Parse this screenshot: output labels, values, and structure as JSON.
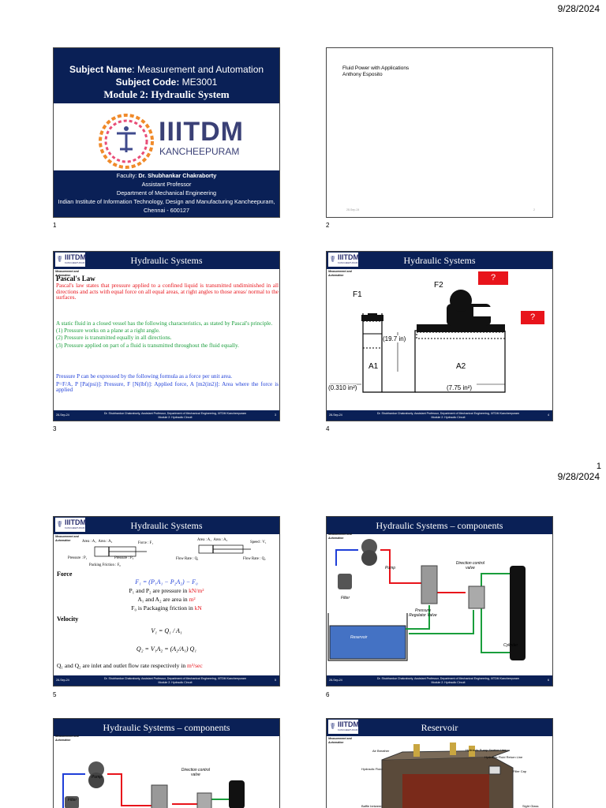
{
  "header": {
    "date_top": "9/28/2024",
    "page_number": "1",
    "date_mid": "9/28/2024"
  },
  "slide_numbers": [
    "1",
    "2",
    "3",
    "4",
    "5",
    "6"
  ],
  "common": {
    "logo_text": "IIITDM",
    "logo_sub": "KANCHEEPURAM",
    "tagline_1": "Measurement and",
    "tagline_2": "Automation",
    "footer_date": "28-Sep-24",
    "footer_credit": "Dr. Shubhankar Chakraborty, Assistant Professor, Department of Mechanical Engineering, IIITDM Kancheepuram",
    "footer_module": "Module 2: Hydraulic Circuit"
  },
  "slide1": {
    "subject_label": "Subject Name",
    "subject_value": ": Measurement and Automation",
    "code_label": "Subject Code:",
    "code_value": " ME3001",
    "module": "Module 2: Hydraulic System",
    "logo_big": "IIITDM",
    "logo_big_sub": "KANCHEEPURAM",
    "faculty_label": "Faculty: ",
    "faculty_name": "Dr. Shubhankar Chakraborty",
    "line2": "Assistant Professor",
    "line3": "Department of Mechanical Engineering",
    "line4": "Indian Institute of Information Technology, Design and Manufacturing Kancheepuram,",
    "line5": "Chennai - 600127"
  },
  "slide2": {
    "line1": "Fluid Power with Applications",
    "line2": "Anthony Esposito",
    "foot_date": "28-Sep-24",
    "foot_num": "2"
  },
  "slide3": {
    "title": "Hydraulic Systems",
    "heading": "Pascal's Law",
    "red_text": "Pascal's law states that pressure applied to a confined liquid is transmitted undiminished in all directions and acts with equal force on all equal areas, at right angles to those areas/ normal to the surfaces.",
    "green_intro": "A static fluid in a closed vessel has the following characteristics, as stated by Pascal's principle.",
    "green_1": "(1) Pressure works on a plane at a right angle.",
    "green_2": "(2) Pressure is transmitted equally in all directions.",
    "green_3": "(3) Pressure applied on part of a fluid is transmitted throughout the fluid equally.",
    "blue_1": "Pressure P can be expressed by the following formula as a force per unit area.",
    "blue_2": "P=F/A, P [Pa(psi)]: Pressure, F [N(lbf)]: Applied force, A [m2(in2)]: Area where the force is applied",
    "num": "3"
  },
  "slide4": {
    "title": "Hydraulic Systems",
    "f1": "F1",
    "f2": "F2",
    "a1": "A1",
    "a2": "A2",
    "dim_19": "(19.7 in)",
    "dim_a1": "(0.310 in²)",
    "dim_a2": "(7.75 in²)",
    "q": "?",
    "num": "4"
  },
  "slide5": {
    "title": "Hydraulic Systems",
    "area_a1": "Area : A₁",
    "area_a2": "Area : A₂",
    "force": "Force : F₁",
    "pressure_p1": "Pressure : P₁",
    "pressure_p2": "Pressure : P₂",
    "packing": "Packing Friction : F₀",
    "area_a1b": "Area : A₁",
    "area_a2b": "Area : A₂",
    "speed": "Speed : V₁",
    "flow_in": "Flow Rate : Q₁",
    "flow_out": "Flow Rate : Q₂",
    "force_h": "Force",
    "eq1": "F₁ = (P₁A₁ − P₂A₂) − F₀",
    "p_text": "P₁ and P₂ are pressure in ",
    "p_unit": "kN/m²",
    "a_text": "A₁ and A₂ are area in ",
    "a_unit": "m²",
    "f_text": "F₀ is Packaging friction in ",
    "f_unit": "kN",
    "vel_h": "Velocity",
    "eq2": "V₁ = Q₁ / A₁",
    "eq3": "Q₂ = V₁A₂ = (A₂/A₁) Q₁",
    "q_text": "Q₁ and Q₂ are inlet and outlet flow rate respectively in ",
    "q_unit": "m³/sec",
    "num": "5"
  },
  "slide6": {
    "title": "Hydraulic Systems – components",
    "pump": "Pump",
    "filter": "Filter",
    "dcv": "Direction control valve",
    "prv": "Pressure Regulator Valve",
    "reservoir": "Reservoir",
    "cylinder": "Cylinder",
    "num": "6"
  },
  "slide7": {
    "title": "Hydraulic Systems – components",
    "pump": "Pump",
    "filter": "Filter",
    "dcv": "Direction control valve"
  },
  "slide8": {
    "title": "Reservoir",
    "air_breather": "Air Breather",
    "suction": "Hydraulic Pump Suction Line",
    "return": "Hydraulic Fluid Return Line",
    "fluid": "Hydraulic Fluid",
    "filler": "Filler Cap",
    "sight": "Sight Glass",
    "baffle": "Baffle between"
  },
  "colors": {
    "navy": "#0a2056",
    "red": "#e8141b",
    "green": "#1a9e3c",
    "blue": "#1f3fd8",
    "tank": "#4472c4"
  }
}
